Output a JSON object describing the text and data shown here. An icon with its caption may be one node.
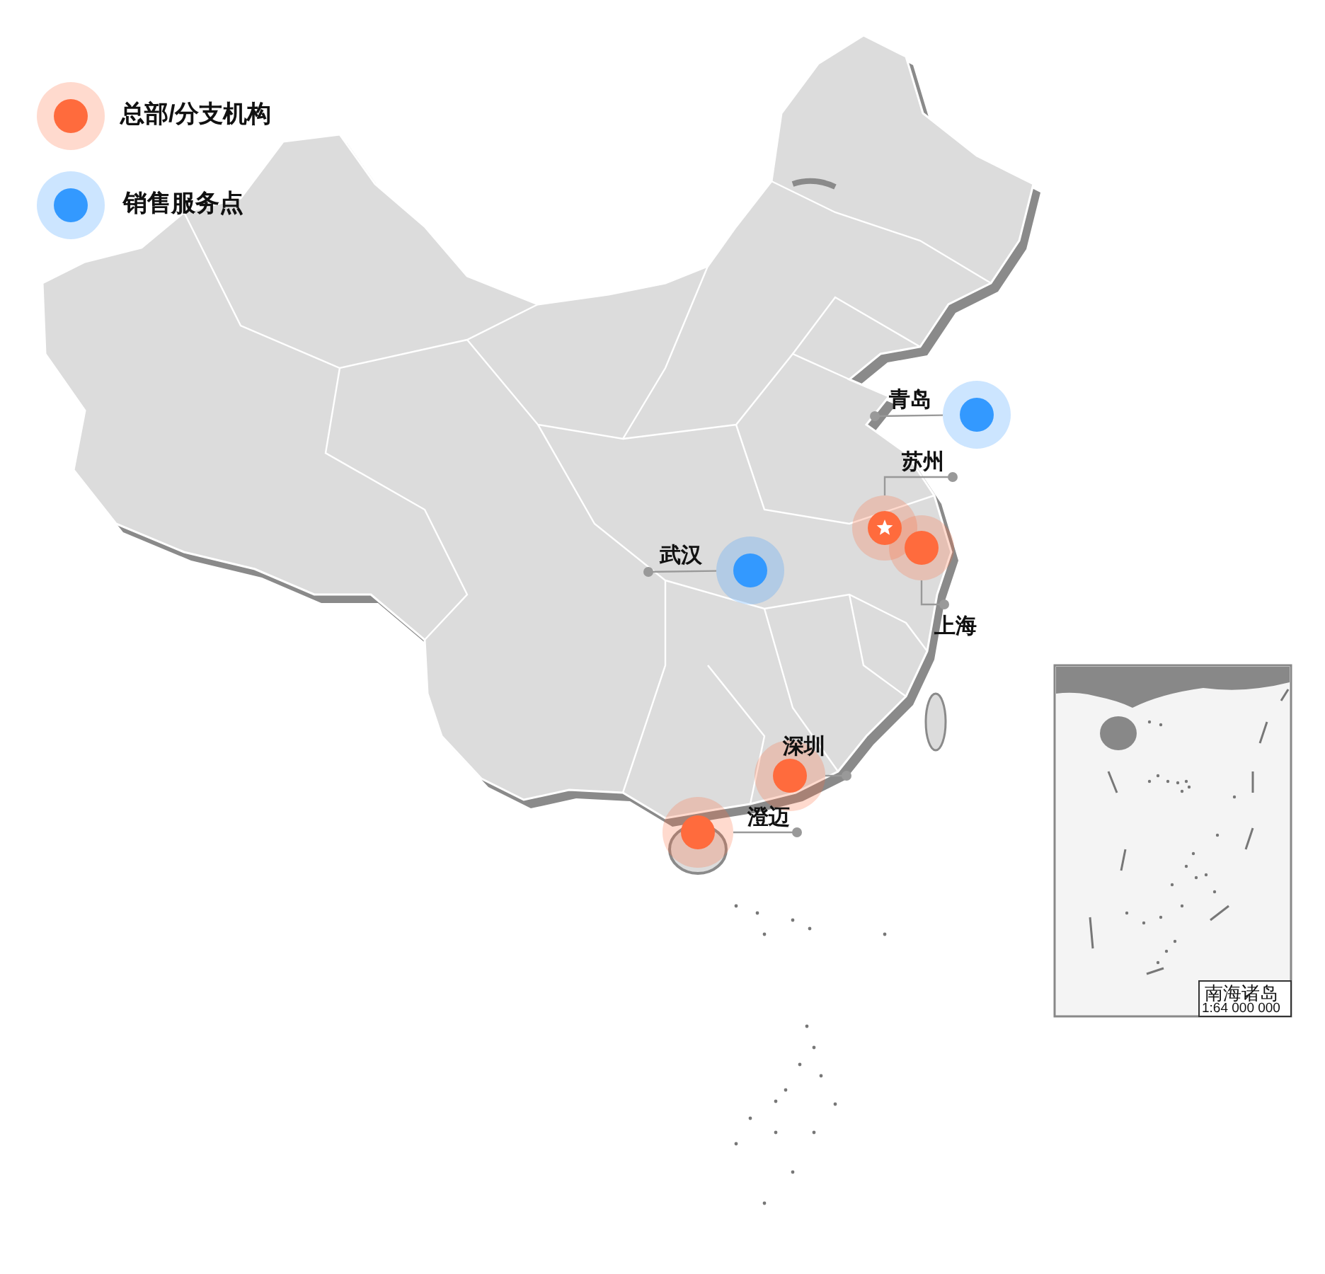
{
  "diagram": {
    "nodes": [
      {
        "text": [
          "青岛"
        ]
      },
      {
        "text": [
          "苏州"
        ]
      },
      {
        "text": [
          "武汉"
        ]
      },
      {
        "text": [
          "上海"
        ]
      },
      {
        "text": [
          "深圳"
        ]
      },
      {
        "text": [
          "澄迈"
        ]
      },
      {
        "text": [],
        "shape": "circle"
      },
      {
        "text": [],
        "shape": "circle"
      },
      {
        "text": [],
        "shape": "circle"
      },
      {
        "text": [],
        "shape": "circle"
      },
      {
        "text": [],
        "shape": "circle"
      },
      {
        "text": [],
        "shape": "circle"
      }
    ],
    "edges": [
      {
        "from": 0,
        "to": 6,
        "arrow": "other"
      },
      {
        "from": 1,
        "to": 7,
        "arrow": "other"
      },
      {
        "from": 2,
        "to": 8,
        "arrow": "other"
      },
      {
        "from": 3,
        "to": 9,
        "arrow": "other"
      },
      {
        "from": 4,
        "to": 10,
        "arrow": "other"
      },
      {
        "from": 5,
        "to": 11,
        "arrow": "other"
      }
    ],
    "labels": [
      "南海诸岛",
      "1:64 000 000"
    ],
    "legend": [
      {
        "text": "总部/分支机构",
        "color": "#ff6b3d"
      },
      {
        "text": "销售服务点",
        "color": "#3399ff"
      }
    ]
  }
}
